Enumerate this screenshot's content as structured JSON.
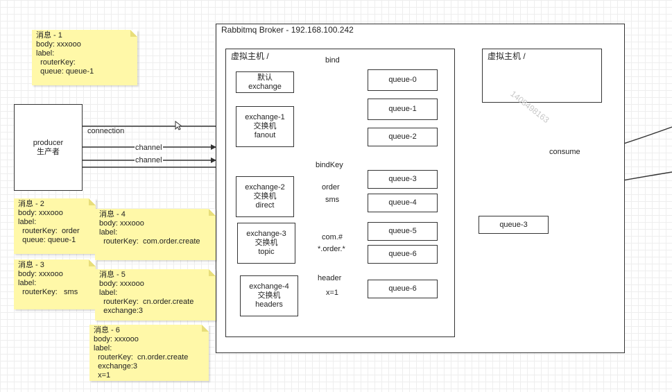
{
  "broker": {
    "title": "Rabbitmq Broker - 192.168.100.242"
  },
  "vhost_left": {
    "title": "虚拟主机 /"
  },
  "vhost_right": {
    "title": "虚拟主机 /"
  },
  "producer": {
    "line1": "producer",
    "line2": "生产者"
  },
  "connections": {
    "connection": "connection",
    "channel1": "channel",
    "channel2": "channel"
  },
  "consume_label": "consume",
  "section_labels": {
    "bind": "bind",
    "bindKey": "bindKey",
    "header": "header"
  },
  "exchanges": [
    {
      "line1": "默认",
      "line2": "exchange",
      "line3": ""
    },
    {
      "line1": "exchange-1",
      "line2": "交换机",
      "line3": "fanout"
    },
    {
      "line1": "exchange-2",
      "line2": "交换机",
      "line3": "direct"
    },
    {
      "line1": "exchange-3",
      "line2": "交换机",
      "line3": "topic"
    },
    {
      "line1": "exchange-4",
      "line2": "交换机",
      "line3": "headers"
    }
  ],
  "queues": [
    "queue-0",
    "queue-1",
    "queue-2",
    "queue-3",
    "queue-4",
    "queue-5",
    "queue-6",
    "queue-6"
  ],
  "queue_right": "queue-3",
  "routing_labels": {
    "order": "order",
    "sms": "sms",
    "com": "com.#",
    "star_order": "*.order.*",
    "x1": "x=1"
  },
  "messages": [
    {
      "lines": [
        "消息 - 1",
        "body: xxxooo",
        "label:",
        "  routerKey:",
        "  queue: queue-1"
      ]
    },
    {
      "lines": [
        "消息 - 2",
        "body: xxxooo",
        "label:",
        "  routerKey:  order",
        "  queue: queue-1"
      ]
    },
    {
      "lines": [
        "消息 - 3",
        "body: xxxooo",
        "label:",
        "  routerKey:   sms"
      ]
    },
    {
      "lines": [
        "消息 - 4",
        "body: xxxooo",
        "label:",
        "  routerKey:  com.order.create"
      ]
    },
    {
      "lines": [
        "消息 - 5",
        "body: xxxooo",
        "label:",
        "  routerKey:  cn.order.create",
        "  exchange:3"
      ]
    },
    {
      "lines": [
        "消息 - 6",
        "body: xxxooo",
        "label:",
        "  routerKey:  cn.order.create",
        "  exchange:3",
        "  x=1"
      ]
    }
  ],
  "watermark": "1408498163"
}
